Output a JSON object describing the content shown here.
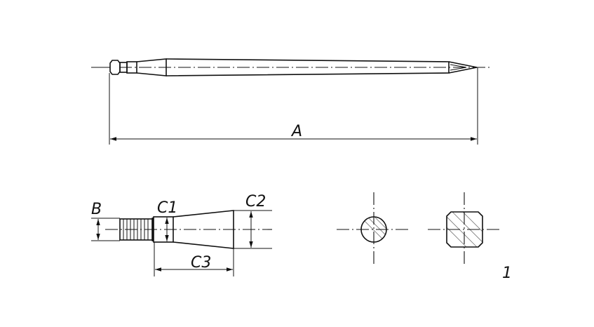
{
  "labels": {
    "overall_length": "A",
    "thread_diameter": "B",
    "collar_diameter": "C1",
    "taper_diameter": "C2",
    "taper_length": "C3",
    "figure_number": "1"
  },
  "colors": {
    "line": "#111111",
    "hatch": "#777777",
    "background": "#ffffff"
  }
}
